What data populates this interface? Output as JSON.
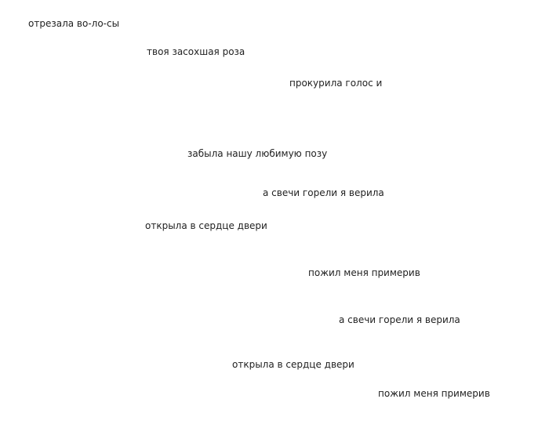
{
  "poem": {
    "lines": [
      "отрезала во-ло-сы",
      "твоя засохшая роза",
      "прокурила голос и",
      "забыла нашу любимую позу",
      "а свечи горели я верила",
      "открыла в сердце двери",
      "пожил меня примерив",
      "а свечи горели я верила",
      "открыла в сердце двери",
      "пожил меня примерив"
    ]
  }
}
